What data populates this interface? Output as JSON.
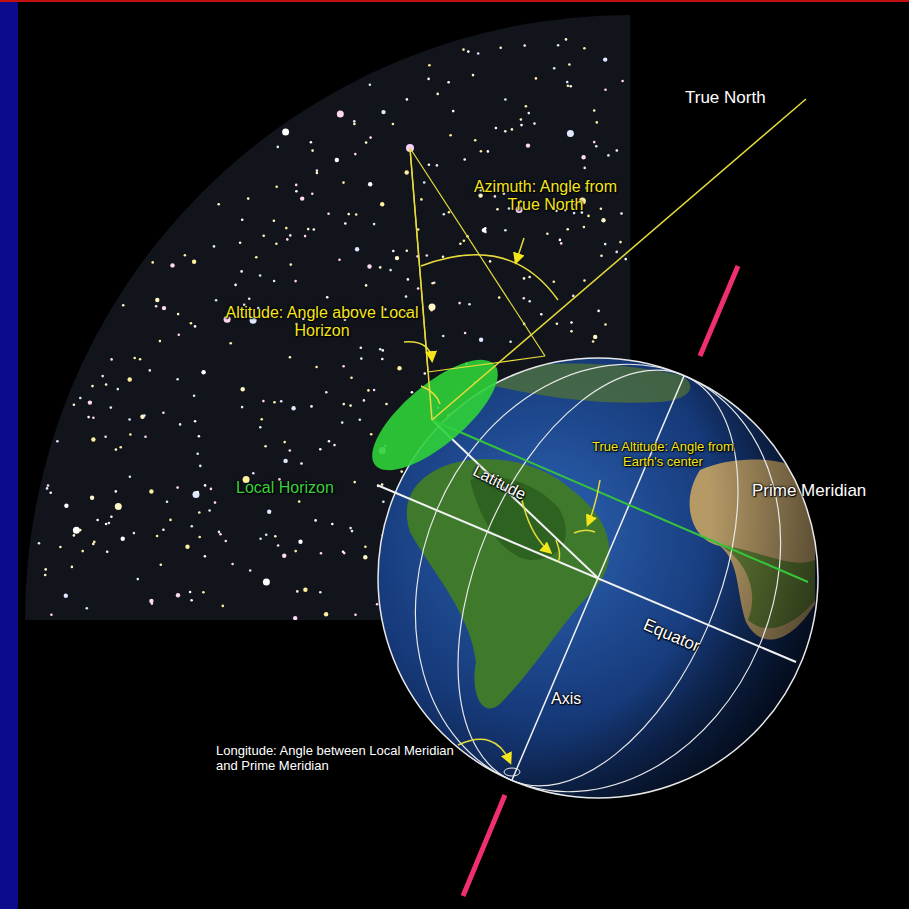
{
  "diagram": {
    "labels": [
      "True North",
      "Azimuth: Angle from True North",
      "Altitude: Angle above Local Horizon",
      "Local Horizon",
      "Latitude",
      "True Altitude: Angle from Earth's center",
      "Prime Meridian",
      "Equator",
      "Axis",
      "Longitude: Angle between Local Meridian and Prime Meridian"
    ]
  }
}
